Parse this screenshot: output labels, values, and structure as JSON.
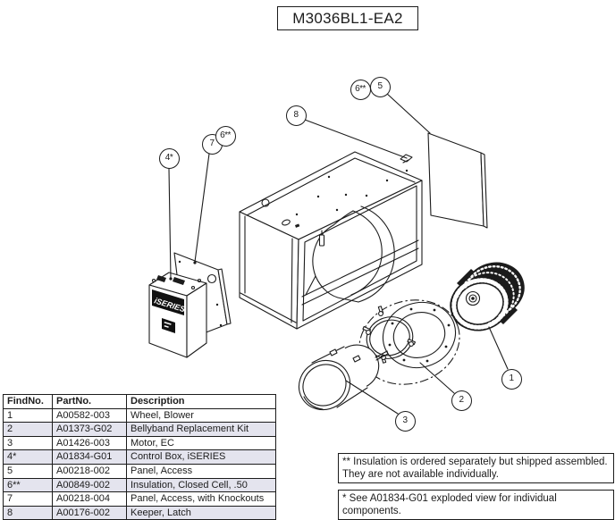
{
  "title": "M3036BL1-EA2",
  "parts_table": {
    "headers": [
      "FindNo.",
      "PartNo.",
      "Description"
    ],
    "rows": [
      [
        "1",
        "A00582-003",
        "Wheel, Blower"
      ],
      [
        "2",
        "A01373-G02",
        "Bellyband Replacement Kit"
      ],
      [
        "3",
        "A01426-003",
        "Motor, EC"
      ],
      [
        "4*",
        "A01834-G01",
        "Control Box, iSERIES"
      ],
      [
        "5",
        "A00218-002",
        "Panel, Access"
      ],
      [
        "6**",
        "A00849-002",
        "Insulation, Closed Cell, .50"
      ],
      [
        "7",
        "A00218-004",
        "Panel, Access, with Knockouts"
      ],
      [
        "8",
        "A00176-002",
        "Keeper, Latch"
      ]
    ]
  },
  "callouts": [
    {
      "label": "6**"
    },
    {
      "label": "5"
    },
    {
      "label": "8"
    },
    {
      "label": "7"
    },
    {
      "label": "6**"
    },
    {
      "label": "4*"
    },
    {
      "label": "1"
    },
    {
      "label": "2"
    },
    {
      "label": "3"
    }
  ],
  "notes": [
    {
      "lines": [
        "** Insulation is ordered separately but shipped assembled.",
        "They are not available individually."
      ]
    },
    {
      "lines": [
        "* See A01834-G01 exploded view for individual components."
      ]
    }
  ],
  "diagram": {
    "control_box_label": "iSERIES"
  },
  "colors": {
    "line": "#1c1c1c",
    "table_alt_row": "#e4e4ee"
  }
}
